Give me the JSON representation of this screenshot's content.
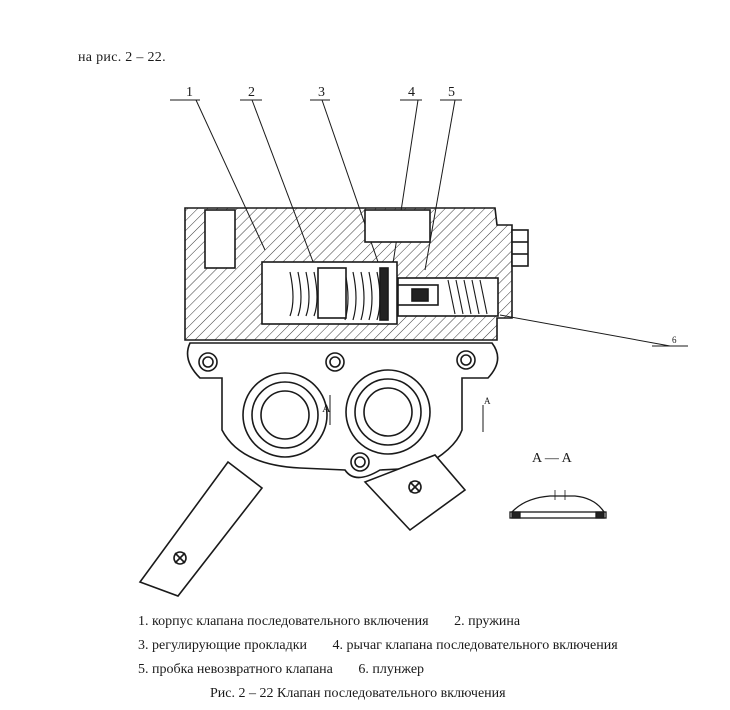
{
  "intro_text": "на рис. 2 – 22.",
  "callouts": [
    "1",
    "2",
    "3",
    "4",
    "5",
    "6"
  ],
  "section_marks": {
    "a_left": "A",
    "a_right": "A",
    "section_title": "A — A"
  },
  "legend": [
    {
      "num": "1.",
      "text": "корпус клапана последовательного включения"
    },
    {
      "num": "2.",
      "text": "пружина"
    },
    {
      "num": "3.",
      "text": "регулирующие прокладки"
    },
    {
      "num": "4.",
      "text": "рычаг клапана последовательного включения"
    },
    {
      "num": "5.",
      "text": "пробка невозвратного клапана"
    },
    {
      "num": "6.",
      "text": "плунжер"
    }
  ],
  "caption": "Рис. 2 – 22 Клапан последовательного включения"
}
